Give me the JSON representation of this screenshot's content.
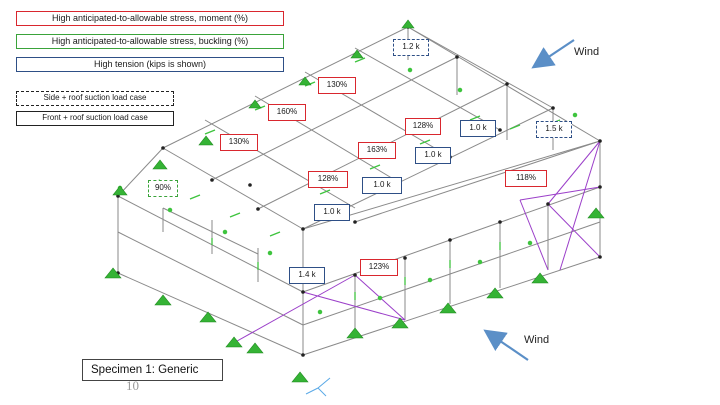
{
  "legend": {
    "moment": "High anticipated-to-allowable stress, moment (%)",
    "buckling": "High anticipated-to-allowable stress, buckling (%)",
    "tension": "High tension (kips is shown)"
  },
  "load_cases": {
    "side_roof": "Side + roof suction load case",
    "front_roof": "Front + roof suction load case"
  },
  "annotations": {
    "m130_top": "130%",
    "m160": "160%",
    "m130_left": "130%",
    "m128_right": "128%",
    "m163": "163%",
    "m128_center": "128%",
    "m118": "118%",
    "m123": "123%",
    "b90": "90%",
    "t12": "1.2 k",
    "t10_right": "1.0 k",
    "t15": "1.5 k",
    "t10_mid": "1.0 k",
    "t10_center": "1.0 k",
    "t10_left": "1.0 k",
    "t14": "1.4 k"
  },
  "wind": {
    "top": "Wind",
    "bottom": "Wind"
  },
  "specimen": "Specimen 1: Generic",
  "page_number": "10",
  "colors": {
    "moment": "#d9272e",
    "buckling": "#3aa33a",
    "tension": "#2e4f86",
    "frame": "#8a8a8a",
    "brace": "#9b3fc9",
    "load_arrow": "#3ec43e",
    "support": "#35b335",
    "wind_arrow": "#5b8fc7"
  }
}
